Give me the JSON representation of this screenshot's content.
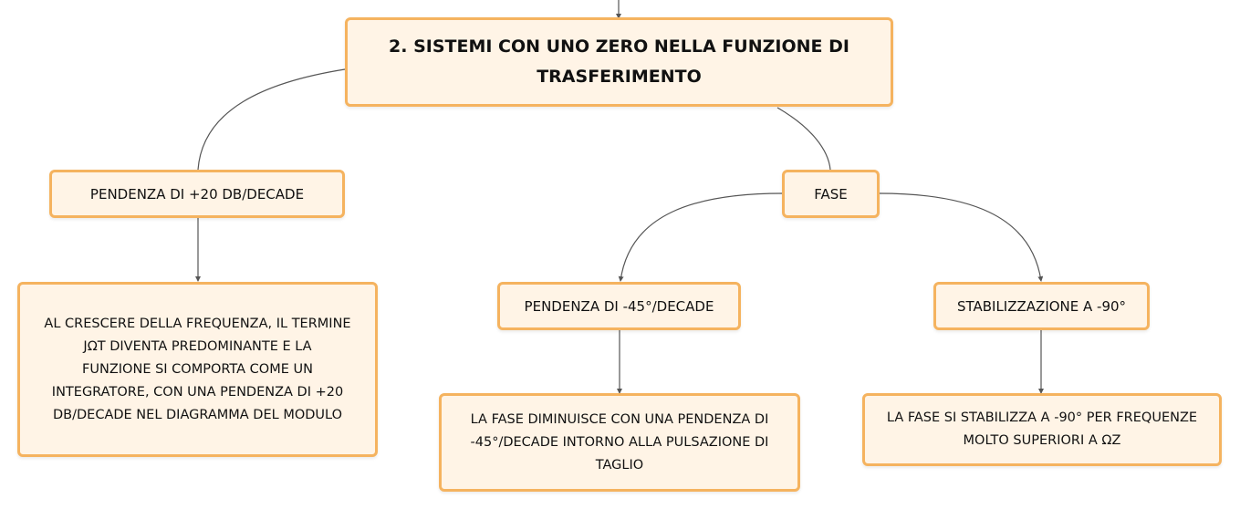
{
  "colors": {
    "node_fill": "#fff4e6",
    "node_border": "#f5b35f",
    "connector": "#555555"
  },
  "root": {
    "title_line1": "2. SISTEMI CON UNO ZERO NELLA FUNZIONE DI",
    "title_line2": "TRASFERIMENTO"
  },
  "pendenza": {
    "label": "PENDENZA DI +20 DB/DECADE",
    "detail": {
      "line1": "AL CRESCERE DELLA FREQUENZA, IL TERMINE",
      "line2": "JΩT DIVENTA PREDOMINANTE E LA",
      "line3": "FUNZIONE SI COMPORTA COME UN",
      "line4": "INTEGRATORE, CON UNA PENDENZA DI +20",
      "line5": "DB/DECADE NEL DIAGRAMMA DEL MODULO"
    }
  },
  "fase": {
    "label": "FASE",
    "slope": {
      "label": "PENDENZA DI -45°/DECADE",
      "detail": {
        "line1": "LA FASE DIMINUISCE CON UNA PENDENZA DI",
        "line2": "-45°/DECADE INTORNO ALLA PULSAZIONE DI",
        "line3": "TAGLIO"
      }
    },
    "stabilization": {
      "label": "STABILIZZAZIONE A -90°",
      "detail": {
        "line1": "LA FASE SI STABILIZZA A -90° PER FREQUENZE",
        "line2": "MOLTO SUPERIORI A ΩZ"
      }
    }
  }
}
